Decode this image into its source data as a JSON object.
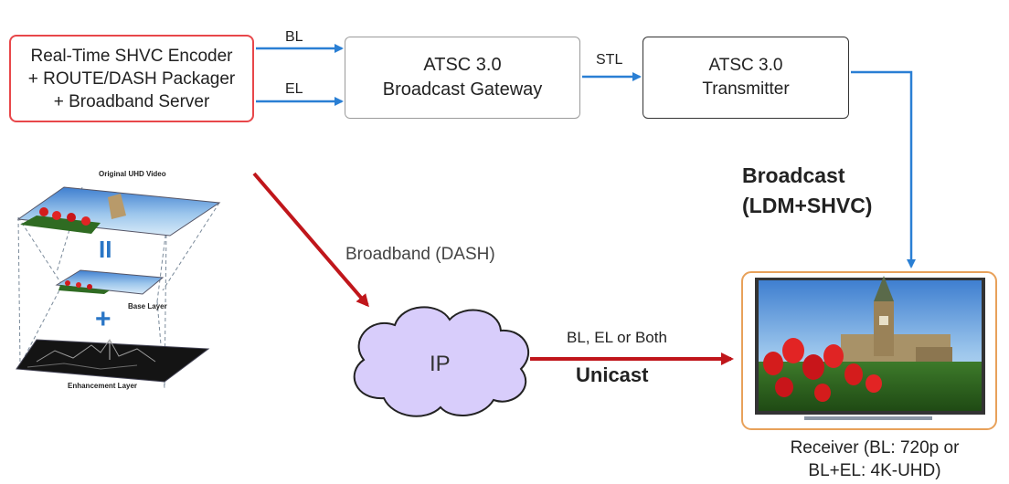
{
  "encoder": {
    "text": "Real-Time SHVC Encoder\n+ ROUTE/DASH Packager\n+ Broadband Server"
  },
  "gateway": {
    "text": "ATSC 3.0\nBroadcast Gateway"
  },
  "transmitter": {
    "text": "ATSC 3.0\nTransmitter"
  },
  "links": {
    "bl": "BL",
    "el": "EL",
    "stl": "STL",
    "broadband": "Broadband (DASH)",
    "bl_el_both": "BL, EL or Both",
    "unicast": "Unicast",
    "broadcast": "Broadcast\n(LDM+SHVC)"
  },
  "cloud": {
    "label": "IP"
  },
  "layers": {
    "original": "Original UHD Video",
    "base": "Base Layer",
    "enhancement": "Enhancement Layer",
    "equals_symbol": "II",
    "plus_symbol": "+"
  },
  "receiver": {
    "caption": "Receiver (BL: 720p or\nBL+EL: 4K-UHD)"
  },
  "colors": {
    "blue_link": "#2a7fd4",
    "red_link": "#c0161b",
    "encoder_border": "#e8474a",
    "receiver_border": "#e8a15a"
  }
}
